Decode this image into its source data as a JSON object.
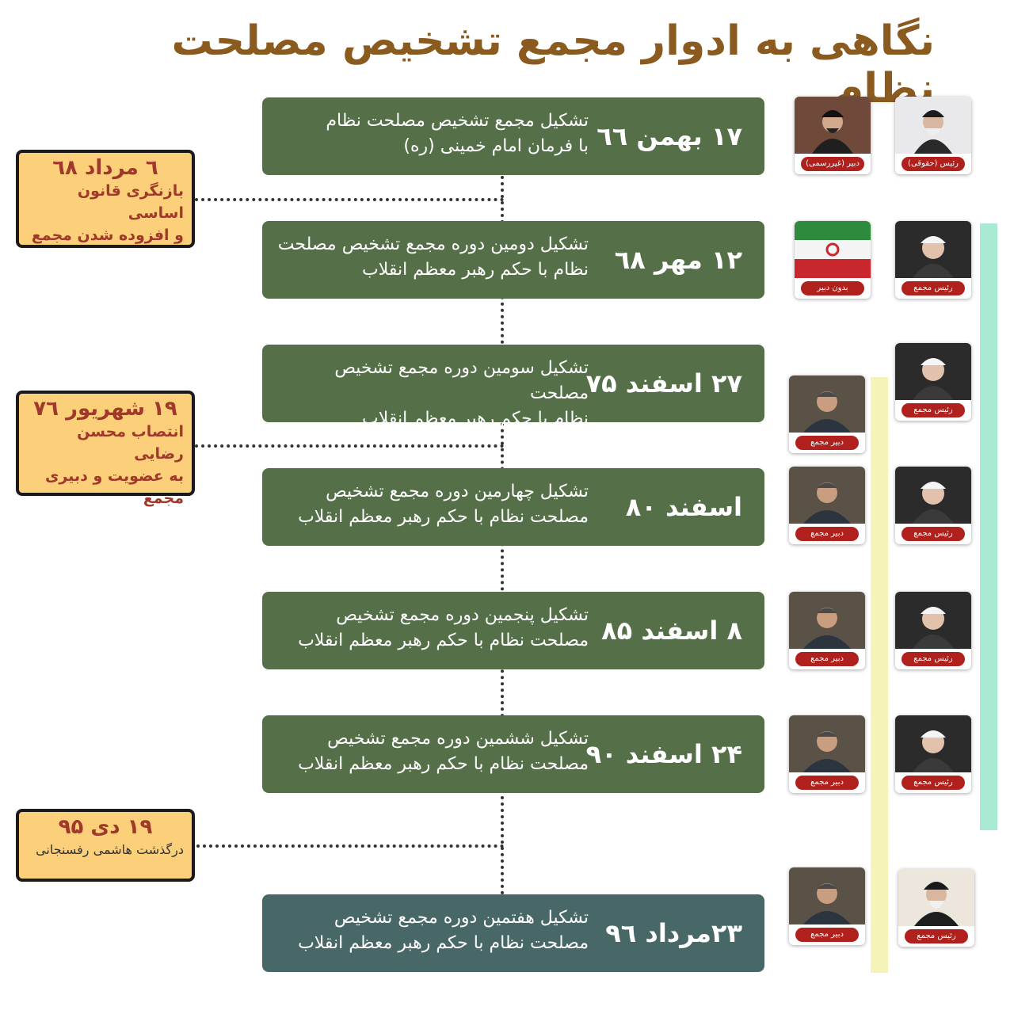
{
  "title": "نگاهی به ادوار مجمع تشخیص مصلحت نظام",
  "colors": {
    "title": "#8a5a1f",
    "card": "#557048",
    "card_last": "#486867",
    "note_bg": "#fcd07a",
    "note_text": "#a0382b",
    "caption": "#b0201c",
    "band_green": "#a9ead3",
    "band_yellow": "#f5f3b8"
  },
  "timeline": [
    {
      "date": "۱۷ بهمن ٦٦",
      "line1": "تشکیل مجمع تشخیص مصلحت نظام",
      "line2": "با فرمان امام خمینی (ره)"
    },
    {
      "date": "۱۲ مهر ٦٨",
      "line1": "تشکیل دومین دوره مجمع تشخیص مصلحت",
      "line2": "نظام با حکم رهبر معظم انقلاب"
    },
    {
      "date": "۲۷ اسفند ۷۵",
      "line1": "تشکیل سومین دوره مجمع تشخیص مصلحت",
      "line2": "نظام با حکم رهبر معظم انقلاب"
    },
    {
      "date": "اسفند ۸۰",
      "line1": "تشکیل چهارمین دوره مجمع تشخیص",
      "line2": "مصلحت نظام با حکم رهبر معظم انقلاب"
    },
    {
      "date": "۸ اسفند ۸۵",
      "line1": "تشکیل پنجمین دوره مجمع تشخیص",
      "line2": "مصلحت نظام با حکم رهبر معظم انقلاب"
    },
    {
      "date": "۲۴ اسفند ۹۰",
      "line1": "تشکیل ششمین دوره مجمع تشخیص",
      "line2": "مصلحت نظام با حکم رهبر معظم انقلاب"
    },
    {
      "date": "۲۳مرداد ۹٦",
      "line1": "تشکیل هفتمین دوره مجمع تشخیص",
      "line2": "مصلحت نظام با حکم رهبر معظم انقلاب"
    }
  ],
  "notes": [
    {
      "date": "٦ مرداد ٦٨",
      "line1": "بازنگری قانون اساسی",
      "line2": "و افزوده شدن مجمع"
    },
    {
      "date": "۱۹ شهریور ٧٦",
      "line1": "انتصاب محسن رضایی",
      "line2": "به عضویت و دبیری مجمع"
    },
    {
      "date": "۱۹ دی ۹۵",
      "line1": "درگذشت هاشمی رفسنجانی",
      "line2": ""
    }
  ],
  "photos": {
    "p1_head": {
      "caption": "رئیس (حقوقی)",
      "icon": "portrait-icon"
    },
    "p1_sec": {
      "caption": "دبیر (غیررسمی)",
      "icon": "portrait-icon"
    },
    "p2_head": {
      "caption": "رئیس مجمع",
      "icon": "portrait-icon"
    },
    "p2_sec": {
      "caption": "بدون دبیر",
      "icon": "flag-icon"
    },
    "p3_head": {
      "caption": "رئیس مجمع",
      "icon": "portrait-icon"
    },
    "p3_sec": {
      "caption": "دبیر مجمع",
      "icon": "portrait-icon"
    },
    "p4_head": {
      "caption": "رئیس مجمع",
      "icon": "portrait-icon"
    },
    "p4_sec": {
      "caption": "دبیر مجمع",
      "icon": "portrait-icon"
    },
    "p5_head": {
      "caption": "رئیس مجمع",
      "icon": "portrait-icon"
    },
    "p5_sec": {
      "caption": "دبیر مجمع",
      "icon": "portrait-icon"
    },
    "p6_head": {
      "caption": "رئیس مجمع",
      "icon": "portrait-icon"
    },
    "p6_sec": {
      "caption": "دبیر مجمع",
      "icon": "portrait-icon"
    },
    "p7_head": {
      "caption": "رئیس مجمع",
      "icon": "portrait-icon"
    },
    "p7_sec": {
      "caption": "دبیر مجمع",
      "icon": "portrait-icon"
    }
  }
}
